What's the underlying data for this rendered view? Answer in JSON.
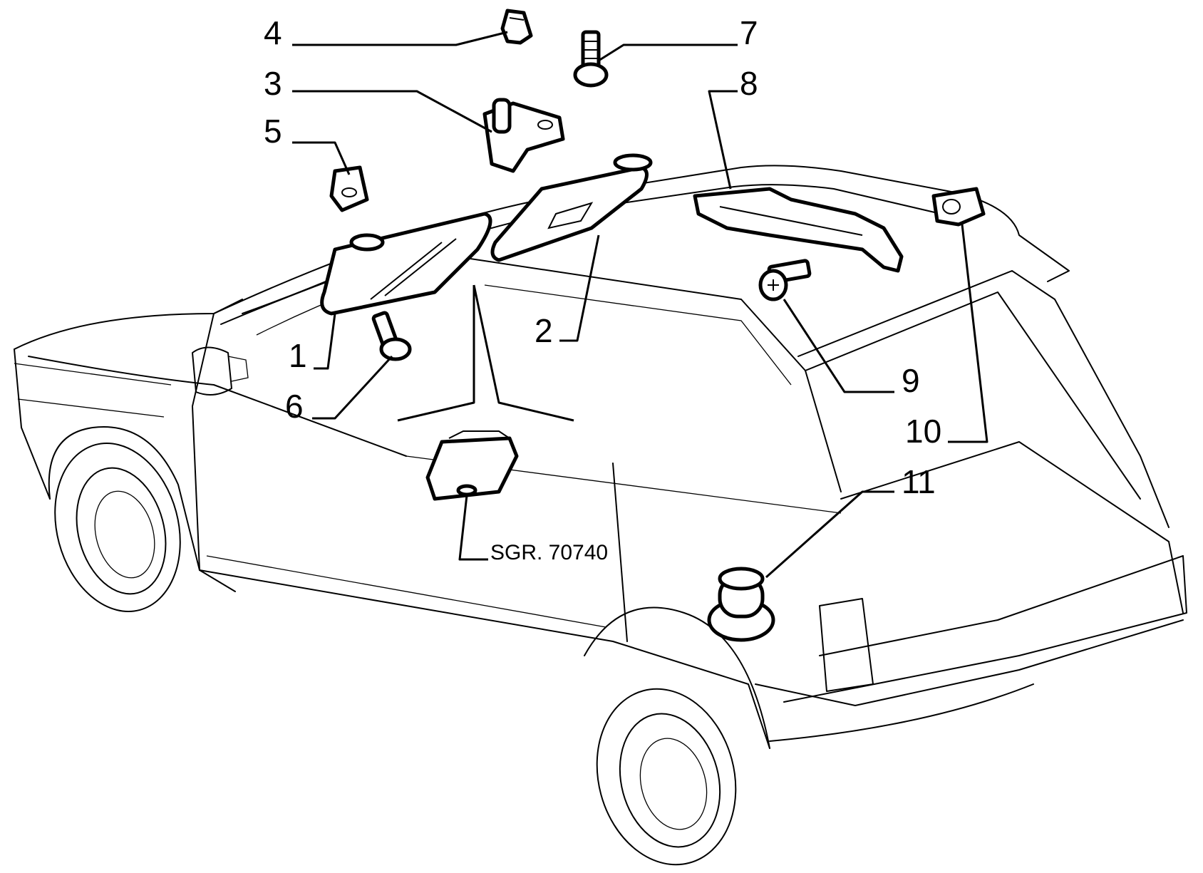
{
  "diagram": {
    "callouts": [
      {
        "number": "1",
        "part": "sun-visor-left"
      },
      {
        "number": "2",
        "part": "sun-visor-right"
      },
      {
        "number": "3",
        "part": "visor-mounting-bracket"
      },
      {
        "number": "4",
        "part": "clip"
      },
      {
        "number": "5",
        "part": "clip-nut"
      },
      {
        "number": "6",
        "part": "screw"
      },
      {
        "number": "7",
        "part": "screw"
      },
      {
        "number": "8",
        "part": "grab-handle"
      },
      {
        "number": "9",
        "part": "screw"
      },
      {
        "number": "10",
        "part": "clip-nut"
      },
      {
        "number": "11",
        "part": "plug"
      }
    ],
    "reference_label": "SGR. 70740"
  }
}
